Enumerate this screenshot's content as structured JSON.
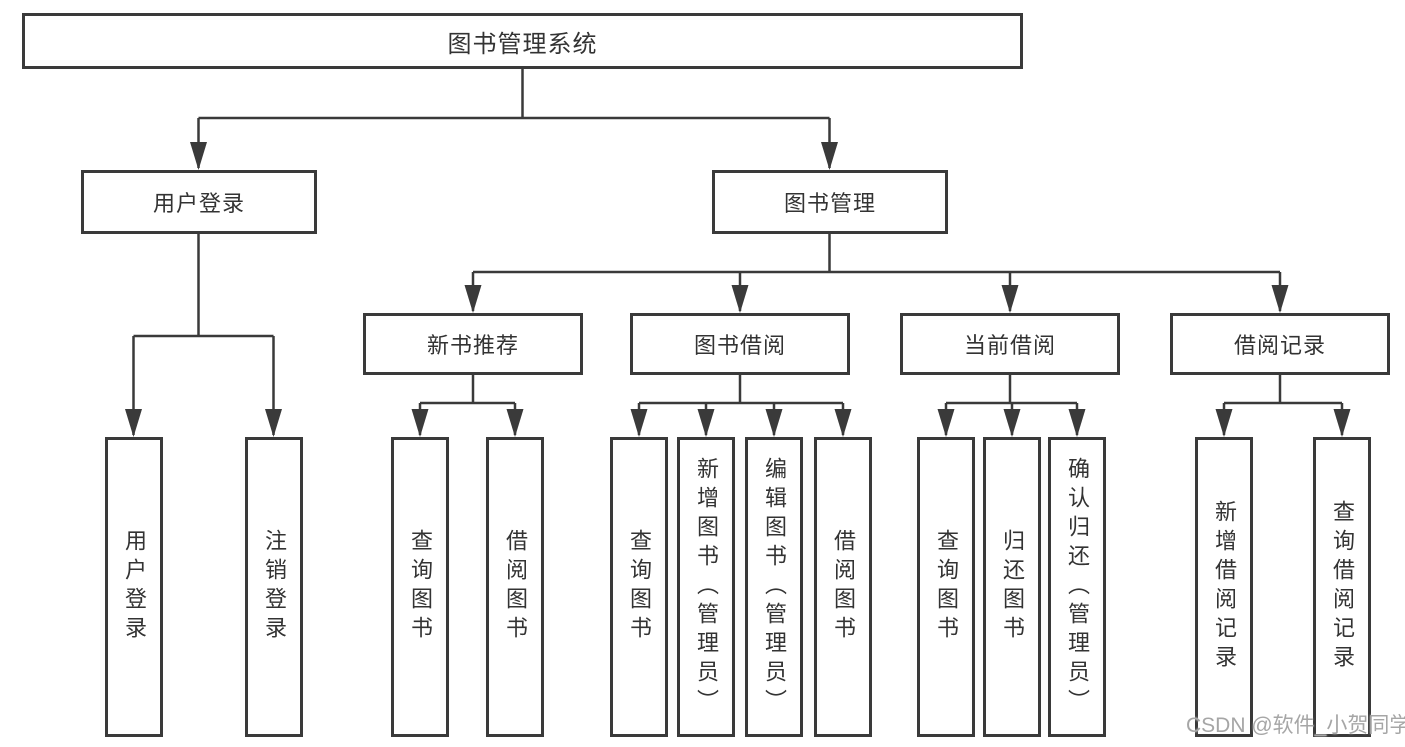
{
  "tree": {
    "root": {
      "label": "图书管理系统"
    },
    "level2": [
      {
        "label": "用户登录"
      },
      {
        "label": "图书管理"
      }
    ],
    "level3": [
      {
        "label": "新书推荐",
        "parent": "图书管理"
      },
      {
        "label": "图书借阅",
        "parent": "图书管理"
      },
      {
        "label": "当前借阅",
        "parent": "图书管理"
      },
      {
        "label": "借阅记录",
        "parent": "图书管理"
      }
    ],
    "leaves": [
      {
        "label": "用户登录",
        "parent": "用户登录"
      },
      {
        "label": "注销登录",
        "parent": "用户登录"
      },
      {
        "label": "查询图书",
        "parent": "新书推荐"
      },
      {
        "label": "借阅图书",
        "parent": "新书推荐"
      },
      {
        "label": "查询图书",
        "parent": "图书借阅"
      },
      {
        "label": "新增图书（管理员）",
        "parent": "图书借阅"
      },
      {
        "label": "编辑图书（管理员）",
        "parent": "图书借阅"
      },
      {
        "label": "借阅图书",
        "parent": "图书借阅"
      },
      {
        "label": "查询图书",
        "parent": "当前借阅"
      },
      {
        "label": "归还图书",
        "parent": "当前借阅"
      },
      {
        "label": "确认归还（管理员）",
        "parent": "当前借阅"
      },
      {
        "label": "新增借阅记录",
        "parent": "借阅记录"
      },
      {
        "label": "查询借阅记录",
        "parent": "借阅记录"
      }
    ]
  },
  "watermark": "CSDN @软件_小贺同学",
  "colors": {
    "line": "#3a3a3a",
    "text": "#333333",
    "watermark": "#a6a6a6",
    "background": "#ffffff"
  }
}
